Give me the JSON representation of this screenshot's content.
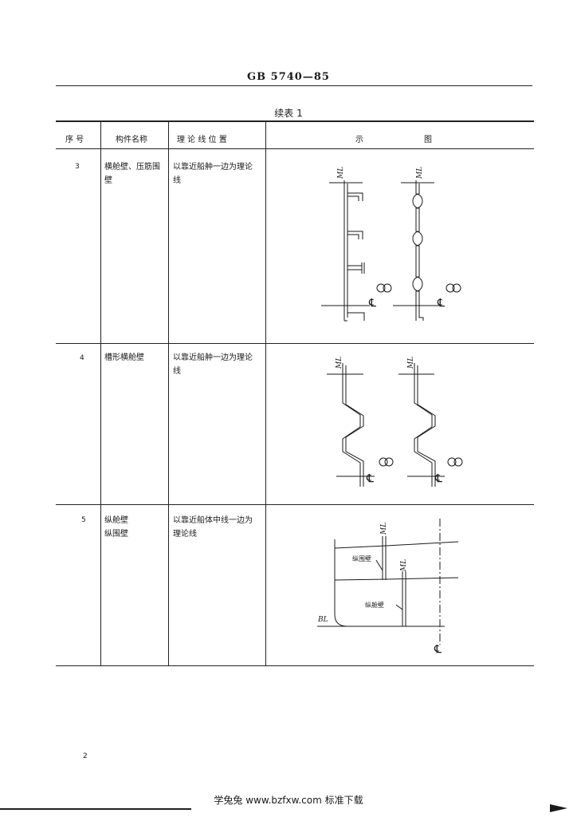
{
  "header": {
    "standard_code": "GB  5740—85"
  },
  "table": {
    "caption": "续表 1",
    "columns": {
      "index": "序  号",
      "name": "构件名称",
      "position": "理 论 线 位 置",
      "diagram_left": "示",
      "diagram_right": "图"
    },
    "rows": [
      {
        "index": "3",
        "name_line1": "横舱壁、压筋围",
        "name_line2": "壁",
        "position_line1": "以靠近船舯一边为理论",
        "position_line2": "线"
      },
      {
        "index": "4",
        "name_line1": "槽形横舱壁",
        "name_line2": "",
        "position_line1": "以靠近船舯一边为理论",
        "position_line2": "线"
      },
      {
        "index": "5",
        "name_line1": "纵舱壁",
        "name_line2": "纵围壁",
        "position_line1": "以靠近船体中线一边为",
        "position_line2": "理论线"
      }
    ]
  },
  "diagrams": {
    "ml": "ML",
    "bl": "BL",
    "centerline": "℄",
    "label_longitudinal_bulkhead": "纵舱壁",
    "label_longitudinal_enclosure": "纵围壁"
  },
  "page_number": "2",
  "footer": "学兔兔 www.bzfxw.com 标准下载"
}
